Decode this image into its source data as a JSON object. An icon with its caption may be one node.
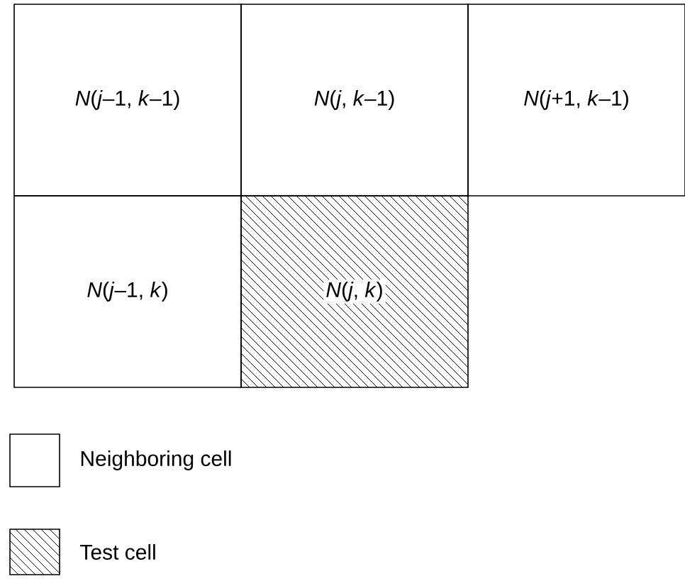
{
  "diagram": {
    "nodes": [
      {
        "text": [
          "*N*(*j*–1, *k*–1)"
        ]
      },
      {
        "text": [
          "*N*(*j*, *k*–1)"
        ]
      },
      {
        "text": [
          "*N*(*j*+1, *k*–1)"
        ]
      },
      {
        "text": [
          "*N*(*j*–1, *k*)"
        ]
      },
      {
        "text": [
          "*N*(*j*, *k*)"
        ]
      }
    ],
    "legend": [
      {
        "text": "Neighboring cell"
      },
      {
        "text": "Test cell"
      }
    ]
  }
}
